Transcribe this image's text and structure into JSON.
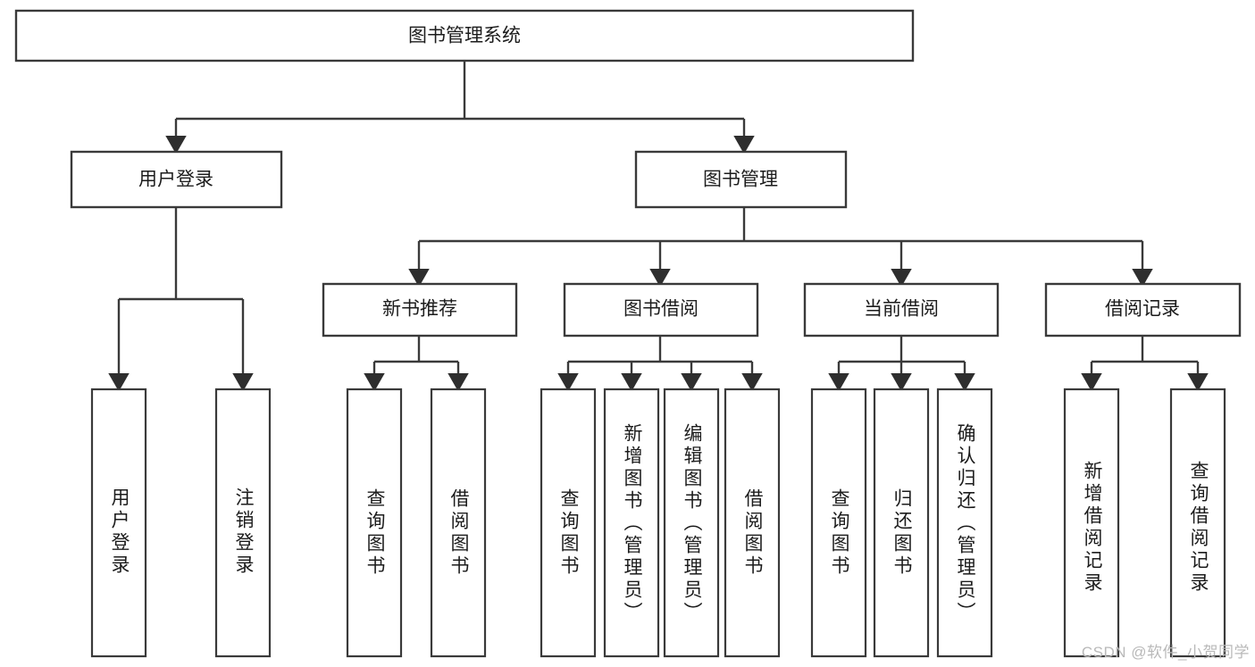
{
  "diagram": {
    "title": "图书管理系统",
    "type": "tree-hierarchy-chart",
    "watermark": "CSDN @软件_小贺同学",
    "colors": {
      "background": "#ffffff",
      "box_fill": "#ffffff",
      "box_stroke": "#3a3a3a",
      "text": "#1c1c1c",
      "watermark": "#b9b9b9"
    },
    "root": {
      "label": "图书管理系统"
    },
    "level2": [
      {
        "label": "用户登录"
      },
      {
        "label": "图书管理"
      }
    ],
    "level3": [
      {
        "label": "新书推荐"
      },
      {
        "label": "图书借阅"
      },
      {
        "label": "当前借阅"
      },
      {
        "label": "借阅记录"
      }
    ],
    "leaves": {
      "user_login": [
        {
          "label": "用户登录"
        },
        {
          "label": "注销登录"
        }
      ],
      "new_book_recommend": [
        {
          "label": "查询图书"
        },
        {
          "label": "借阅图书"
        }
      ],
      "book_borrow": [
        {
          "label": "查询图书"
        },
        {
          "label": "新增图书（管理员）"
        },
        {
          "label": "编辑图书（管理员）"
        },
        {
          "label": "借阅图书"
        }
      ],
      "current_borrow": [
        {
          "label": "查询图书"
        },
        {
          "label": "归还图书"
        },
        {
          "label": "确认归还（管理员）"
        }
      ],
      "borrow_record": [
        {
          "label": "新增借阅记录"
        },
        {
          "label": "查询借阅记录"
        }
      ]
    }
  }
}
